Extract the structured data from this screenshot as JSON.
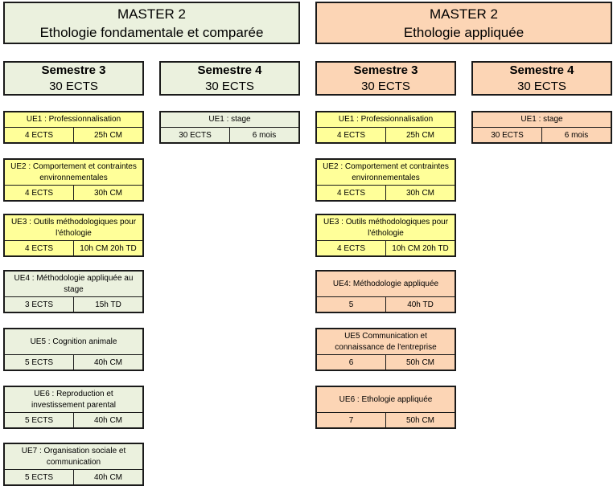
{
  "masters": [
    {
      "title": "MASTER 2",
      "subtitle": "Ethologie fondamentale et comparée"
    },
    {
      "title": "MASTER 2",
      "subtitle": "Ethologie appliquée"
    }
  ],
  "semesters": [
    {
      "name": "Semestre 3",
      "ects": "30 ECTS"
    },
    {
      "name": "Semestre 4",
      "ects": "30 ECTS"
    },
    {
      "name": "Semestre 3",
      "ects": "30 ECTS"
    },
    {
      "name": "Semestre 4",
      "ects": "30 ECTS"
    }
  ],
  "fond_s3": [
    {
      "title": "UE1 : Professionnalisation",
      "ects": "4 ECTS",
      "hours": "25h CM"
    },
    {
      "title": "UE2 : Comportement et contraintes environnementales",
      "ects": "4 ECTS",
      "hours": "30h CM"
    },
    {
      "title": "UE3 : Outils méthodologiques pour l'éthologie",
      "ects": "4 ECTS",
      "hours": "10h CM  20h TD"
    },
    {
      "title": "UE4 : Méthodologie appliquée au stage",
      "ects": "3 ECTS",
      "hours": "15h TD"
    },
    {
      "title": "UE5 : Cognition animale",
      "ects": "5 ECTS",
      "hours": "40h CM"
    },
    {
      "title": "UE6 : Reproduction et investissement parental",
      "ects": "5 ECTS",
      "hours": "40h CM"
    },
    {
      "title": "UE7  : Organisation sociale et communication",
      "ects": "5 ECTS",
      "hours": "40h CM"
    }
  ],
  "fond_s4": [
    {
      "title": "UE1 : stage",
      "ects": "30 ECTS",
      "hours": "6 mois"
    }
  ],
  "app_s3": [
    {
      "title": "UE1 : Professionnalisation",
      "ects": "4 ECTS",
      "hours": "25h CM"
    },
    {
      "title": "UE2 : Comportement et contraintes environnementales",
      "ects": "4 ECTS",
      "hours": "30h CM"
    },
    {
      "title": "UE3 : Outils méthodologiques pour l'éthologie",
      "ects": "4 ECTS",
      "hours": "10h CM  20h TD"
    },
    {
      "title": "UE4: Méthodologie appliquée",
      "ects": "5",
      "hours": "40h TD"
    },
    {
      "title": "UE5   Communication et connaissance de l'entreprise",
      "ects": "6",
      "hours": "50h CM"
    },
    {
      "title": "UE6 : Ethologie appliquée",
      "ects": "7",
      "hours": "50h CM"
    }
  ],
  "app_s4": [
    {
      "title": "UE1 : stage",
      "ects": "30 ECTS",
      "hours": "6 mois"
    }
  ],
  "colors": {
    "fondamentale": "#ebf1de",
    "appliquee": "#fcd5b5",
    "shared_ue": "#ffff99"
  }
}
